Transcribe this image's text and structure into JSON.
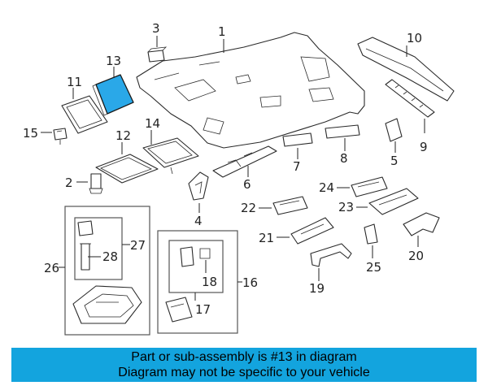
{
  "diagram": {
    "highlight_color": "#2aa8e8",
    "highlighted_part": "13",
    "callouts": {
      "c1": "1",
      "c2": "2",
      "c3": "3",
      "c4": "4",
      "c5": "5",
      "c6": "6",
      "c7": "7",
      "c8": "8",
      "c9": "9",
      "c10": "10",
      "c11": "11",
      "c12": "12",
      "c13": "13",
      "c14": "14",
      "c15": "15",
      "c16": "16",
      "c17": "17",
      "c18": "18",
      "c19": "19",
      "c20": "20",
      "c21": "21",
      "c22": "22",
      "c23": "23",
      "c24": "24",
      "c25": "25",
      "c26": "26",
      "c27": "27",
      "c28": "28"
    }
  },
  "banner": {
    "background": "#13a4de",
    "line1": "Part or sub-assembly is #13 in diagram",
    "line2": "Diagram may not be specific to your vehicle"
  }
}
